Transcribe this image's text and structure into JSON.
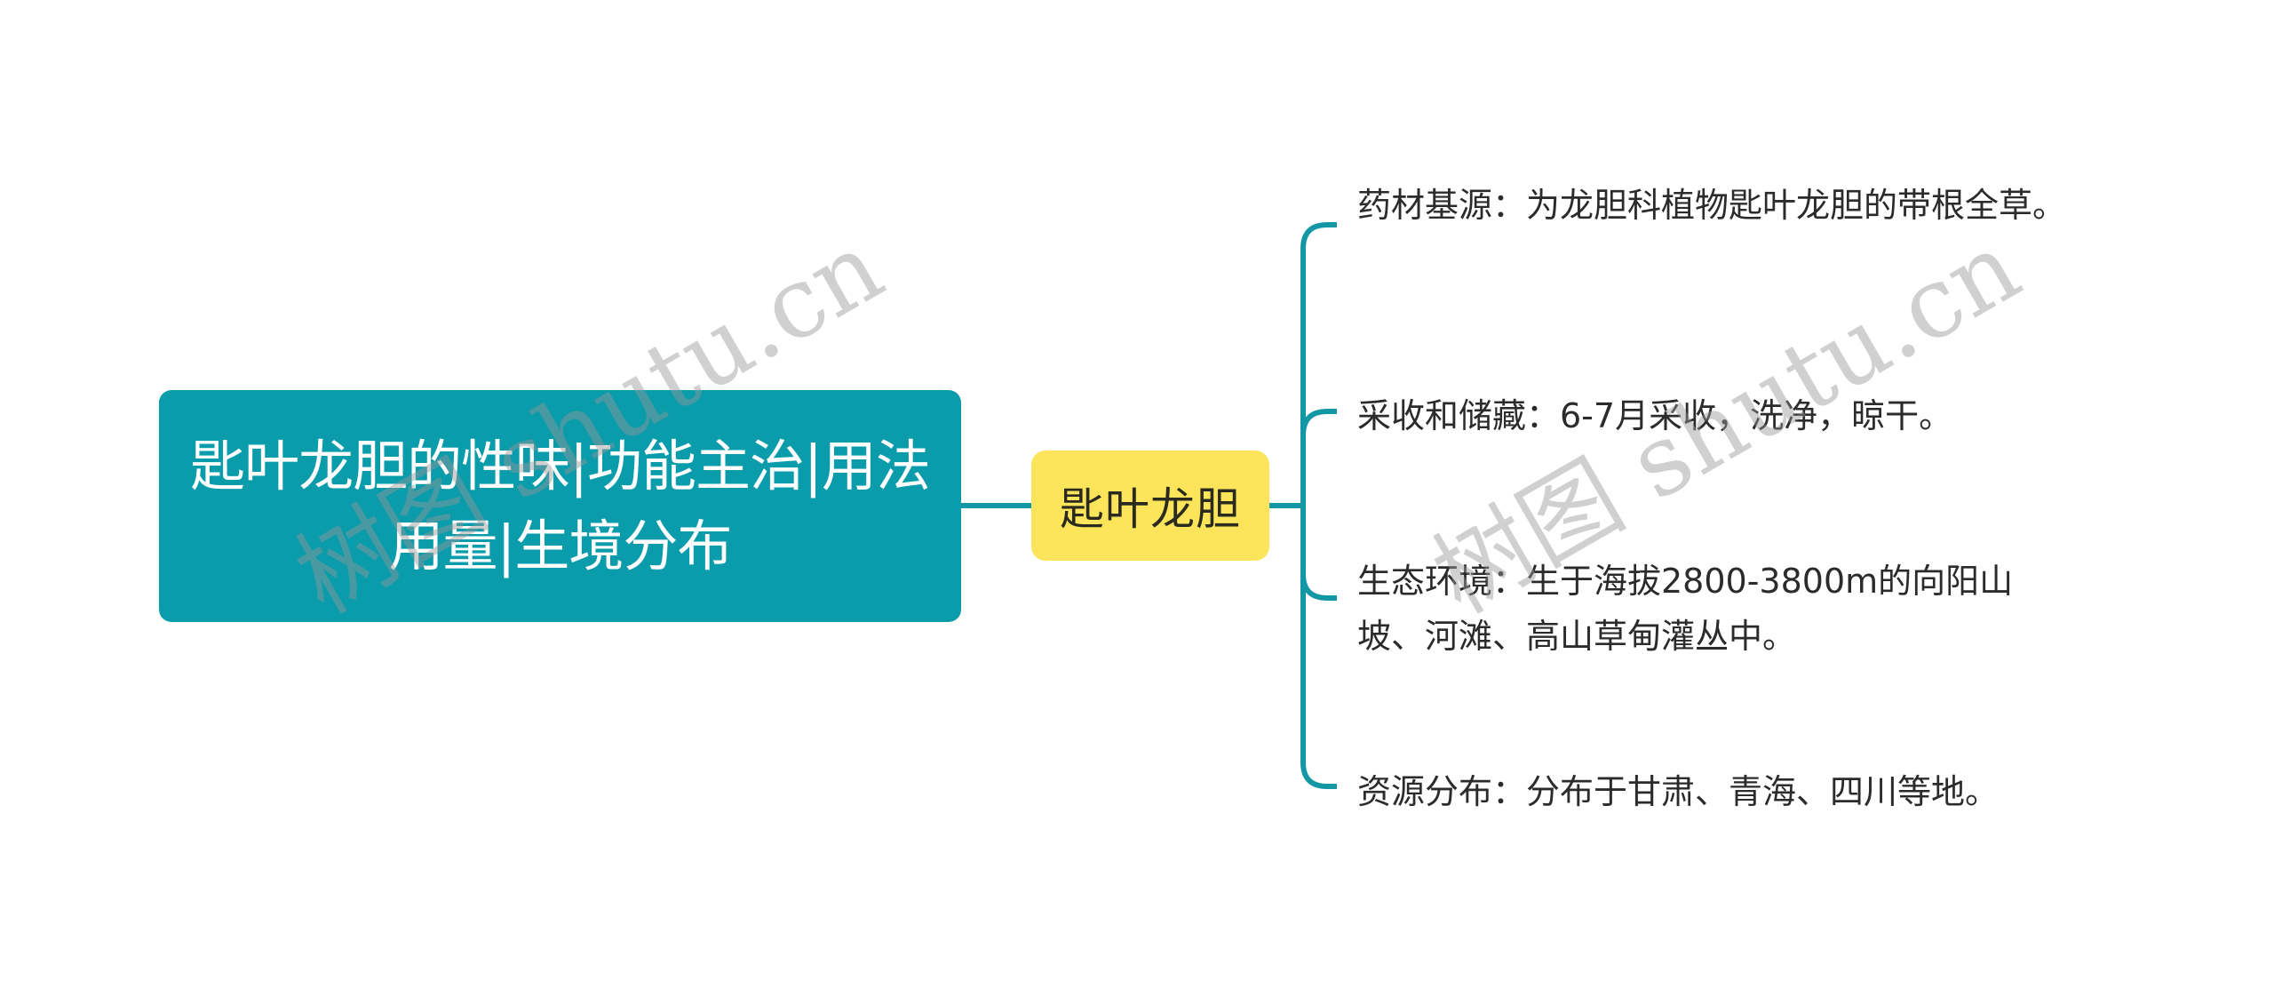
{
  "mindmap": {
    "root": {
      "label": "匙叶龙胆的性味|功能主治|用法用量|生境分布"
    },
    "center": {
      "label": "匙叶龙胆"
    },
    "branches": [
      {
        "label": "药材基源：为龙胆科植物匙叶龙胆的带根全草。"
      },
      {
        "label": "采收和储藏：6-7月采收，洗净，晾干。"
      },
      {
        "label": "生态环境：生于海拔2800-3800m的向阳山坡、河滩、高山草甸灌丛中。"
      },
      {
        "label": "资源分布：分布于甘肃、青海、四川等地。"
      }
    ]
  },
  "watermarks": [
    {
      "text": "树图 shutu.cn"
    },
    {
      "text": "树图 shutu.cn"
    }
  ],
  "colors": {
    "root_bg": "#0a9cab",
    "root_text": "#ffffff",
    "center_bg": "#fce55a",
    "center_text": "#2a2a1e",
    "connector": "#1497a5",
    "leaf_text": "#2b2b2b"
  }
}
